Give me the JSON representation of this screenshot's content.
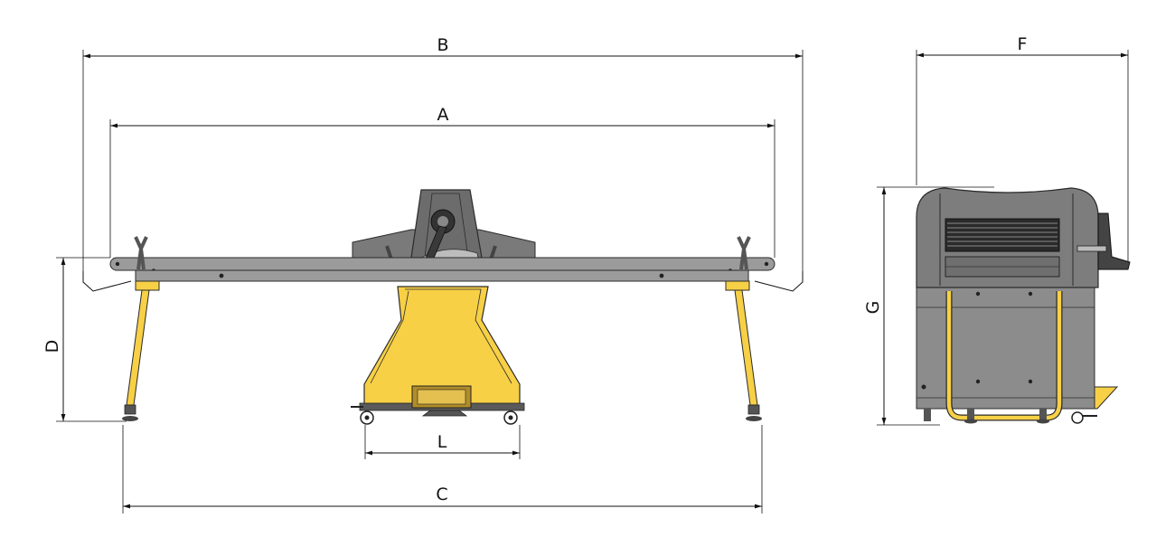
{
  "dimensions": {
    "A": "A",
    "B": "B",
    "C": "C",
    "D": "D",
    "L": "L",
    "F": "F",
    "G": "G"
  },
  "colors": {
    "frame_yellow": "#f7d046",
    "yellow_outline": "#2b2b2b",
    "table_gray": "#9b9b9b",
    "housing_gray": "#7a7a7a",
    "dark_gray": "#4a4a4a",
    "body_gray": "#8c8c8c",
    "line": "#111111"
  },
  "views": [
    "front-view",
    "side-view"
  ]
}
